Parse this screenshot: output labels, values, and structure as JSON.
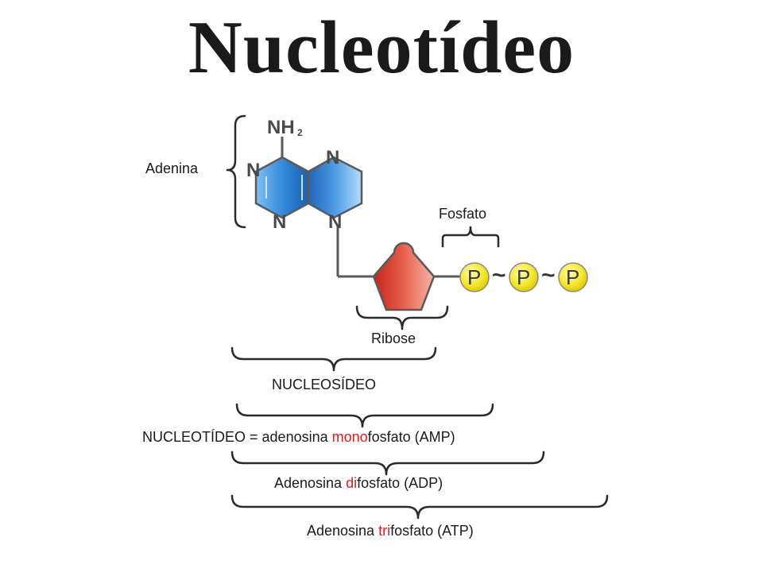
{
  "title": "Nucleotídeo",
  "molecule": {
    "amine_group": "NH",
    "amine_subscript": "2",
    "ring_atoms": [
      "N",
      "N",
      "N",
      "N"
    ],
    "phosphate_symbol": "P",
    "bond_symbol": "~"
  },
  "labels": {
    "adenina": "Adenina",
    "fosfato": "Fosfato",
    "ribose": "Ribose",
    "nucleosideo": "NUCLEOSÍDEO"
  },
  "amp": {
    "prefix": "NUCLEOTÍDEO = adenosina ",
    "highlight": "mono",
    "suffix": "fosfato (AMP)"
  },
  "adp": {
    "prefix": "Adenosina ",
    "highlight": "di",
    "suffix": "fosfato (ADP)"
  },
  "atp": {
    "prefix": "Adenosina ",
    "highlight": "tri",
    "suffix": "fosfato (ATP)"
  },
  "colors": {
    "adenine_blue": "#2f86d8",
    "ribose_red": "#d93a2b",
    "phosphate_yellow": "#f2e51c",
    "highlight_red": "#d62020"
  }
}
